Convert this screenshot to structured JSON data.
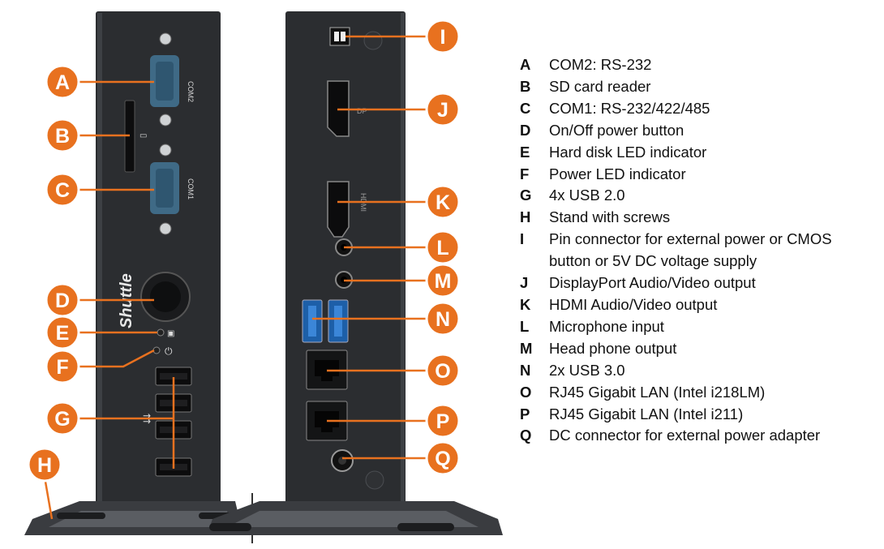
{
  "colors": {
    "callout_fill": "#e8711f",
    "callout_stroke": "#ffffff",
    "leader_line": "#e8711f",
    "chassis": "#2b2d30",
    "stand": "#3a3c40"
  },
  "device_labels": {
    "front_brand": "Shuttle",
    "com2": "COM2",
    "com1": "COM1"
  },
  "legend": [
    {
      "letter": "A",
      "text": "COM2: RS-232"
    },
    {
      "letter": "B",
      "text": "SD card reader"
    },
    {
      "letter": "C",
      "text": "COM1: RS-232/422/485"
    },
    {
      "letter": "D",
      "text": "On/Off power button"
    },
    {
      "letter": "E",
      "text": "Hard disk LED indicator"
    },
    {
      "letter": "F",
      "text": "Power LED indicator"
    },
    {
      "letter": "G",
      "text": "4x USB 2.0"
    },
    {
      "letter": "H",
      "text": "Stand with screws"
    },
    {
      "letter": "I",
      "text": "Pin connector for external power or CMOS button or 5V DC voltage supply"
    },
    {
      "letter": "J",
      "text": "DisplayPort Audio/Video output"
    },
    {
      "letter": "K",
      "text": "HDMI Audio/Video output"
    },
    {
      "letter": "L",
      "text": "Microphone input"
    },
    {
      "letter": "M",
      "text": "Head phone output"
    },
    {
      "letter": "N",
      "text": "2x USB 3.0"
    },
    {
      "letter": "O",
      "text": "RJ45 Gigabit LAN (Intel i218LM)"
    },
    {
      "letter": "P",
      "text": "RJ45 Gigabit LAN (Intel i211)"
    },
    {
      "letter": "Q",
      "text": "DC connector for external power adapter"
    }
  ],
  "callouts": [
    {
      "letter": "A"
    },
    {
      "letter": "B"
    },
    {
      "letter": "C"
    },
    {
      "letter": "D"
    },
    {
      "letter": "E"
    },
    {
      "letter": "F"
    },
    {
      "letter": "G"
    },
    {
      "letter": "H"
    },
    {
      "letter": "I"
    },
    {
      "letter": "J"
    },
    {
      "letter": "K"
    },
    {
      "letter": "L"
    },
    {
      "letter": "M"
    },
    {
      "letter": "N"
    },
    {
      "letter": "O"
    },
    {
      "letter": "P"
    },
    {
      "letter": "Q"
    }
  ]
}
